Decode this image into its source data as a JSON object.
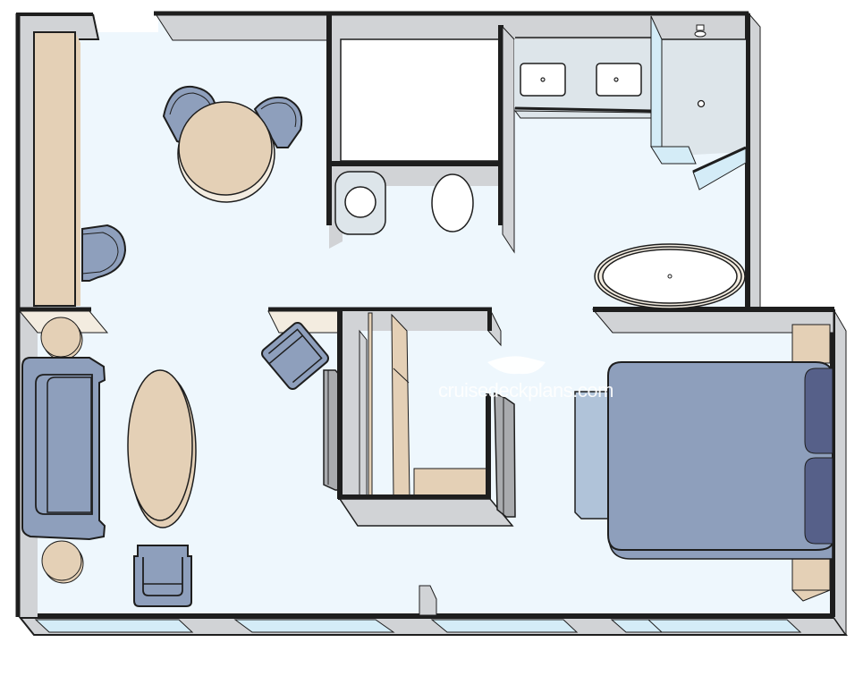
{
  "diagram": {
    "type": "cabin-floor-plan",
    "watermark": "cruisedeckplans.com",
    "colors": {
      "floor": "#eef7fd",
      "wall": "#1e1e1e",
      "wall_face": "#d1d3d6",
      "wood": "#e4d0b6",
      "wood_light": "#f3ece0",
      "upholstery": "#8e9fbc",
      "upholstery_dark": "#566089",
      "bed_bench": "#b0c3d9",
      "glass": "#d4ecf7",
      "bath_tile": "#dde5ea",
      "fixture": "#ffffff",
      "closet_dark": "#a9abae"
    },
    "rooms": [
      {
        "id": "dining-area",
        "label": "Dining area"
      },
      {
        "id": "living-area",
        "label": "Living area"
      },
      {
        "id": "walk-in-closet",
        "label": "Walk-in closet"
      },
      {
        "id": "bathroom",
        "label": "Bathroom"
      },
      {
        "id": "shower",
        "label": "Shower"
      },
      {
        "id": "bedroom",
        "label": "Bedroom"
      },
      {
        "id": "balcony-windows",
        "label": "Windows"
      }
    ],
    "furniture": [
      "desk-counter",
      "desk-chair",
      "round-dining-table",
      "dining-chair",
      "sofa",
      "oval-coffee-table",
      "side-table",
      "armchair",
      "lounge-chair",
      "wardrobe",
      "toilet",
      "bidet",
      "double-vanity",
      "bathtub",
      "shower-stall",
      "bed",
      "pillow",
      "nightstand",
      "bed-bench"
    ]
  }
}
